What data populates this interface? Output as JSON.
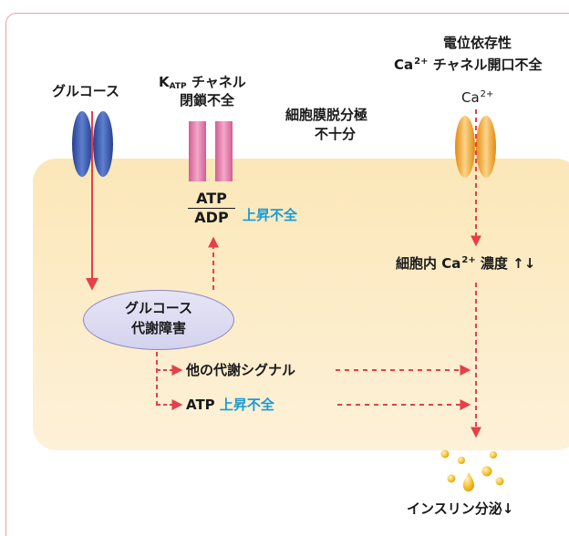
{
  "labels": {
    "glucose": "グルコース",
    "katp_k": "K",
    "katp_sub": "ATP",
    "katp_channel": " チャネル",
    "katp_closure": "閉鎖不全",
    "depol_1": "細胞膜脱分極",
    "depol_2": "不十分",
    "vdcc_1": "電位依存性",
    "vdcc_ca": "Ca",
    "vdcc_ca_sup": "2+",
    "vdcc_2": " チャネル開口不全",
    "ca_ion": "Ca",
    "ca_ion_sup": "2+",
    "ratio_num": "ATP",
    "ratio_den": "ADP",
    "ratio_rise": "上昇不全",
    "intra_ca_pre": "細胞内 Ca",
    "intra_ca_sup": "2+",
    "intra_ca_post": " 濃度 ↑↓",
    "metab_1": "グルコース",
    "metab_2": "代謝障害",
    "other_signal": "他の代謝シグナル",
    "atp_label": "ATP",
    "atp_rise": "上昇不全",
    "insulin": "インスリン分泌↓"
  },
  "colors": {
    "border": "#e7a1a8",
    "cell_fill": "#fcebc5",
    "glucose_channel": "#3a56a8",
    "katp_channel": "#e07aa6",
    "ca_channel": "#f0a020",
    "arrow_solid": "#e5404a",
    "arrow_dashed": "#e5404a",
    "accent_text": "#1a9bd7",
    "granule": "#f2b61c",
    "ellipse_fill": "#dcdbf2",
    "ellipse_stroke": "#8a86c4"
  }
}
